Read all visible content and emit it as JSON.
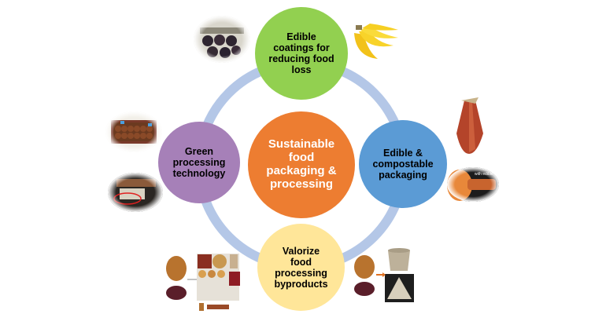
{
  "diagram": {
    "title": "Sustainable food packaging & processing",
    "center": {
      "label": "Sustainable food packaging & processing",
      "lines": [
        "Sustainable",
        "food",
        "packaging &",
        "processing"
      ],
      "color": "#ED7D31",
      "text_color": "#FFFFFF"
    },
    "ring_color": "#B4C7E7",
    "nodes": [
      {
        "id": "edible-coatings",
        "label": "Edible coatings for reducing food loss",
        "lines": [
          "Edible",
          "coatings for",
          "reducing food",
          "loss"
        ],
        "color": "#92D050",
        "text_color": "#000000",
        "images": [
          "dark-fruit-tray-photo",
          "banana-bunch-photo"
        ]
      },
      {
        "id": "edible-compostable-packaging",
        "label": "Edible & compostable packaging",
        "lines": [
          "Edible &",
          "compostable",
          "packaging"
        ],
        "color": "#5B9BD5",
        "text_color": "#000000",
        "images": [
          "red-pouch-photo",
          "coated-product-photo"
        ],
        "image_caption": "with edible"
      },
      {
        "id": "valorize-byproducts",
        "label": "Valorize food processing byproducts",
        "lines": [
          "Valorize",
          "food",
          "processing",
          "byproducts"
        ],
        "color": "#FFE699",
        "text_color": "#000000",
        "images": [
          "pomace-photo",
          "baked-goods-collage",
          "pulp-cup-photo",
          "molded-tray-photo"
        ]
      },
      {
        "id": "green-processing",
        "label": "Green processing technology",
        "lines": [
          "Green",
          "processing",
          "technology"
        ],
        "color": "#A680B8",
        "text_color": "#000000",
        "images": [
          "nut-tray-photo",
          "processing-equipment-photo"
        ]
      }
    ]
  }
}
